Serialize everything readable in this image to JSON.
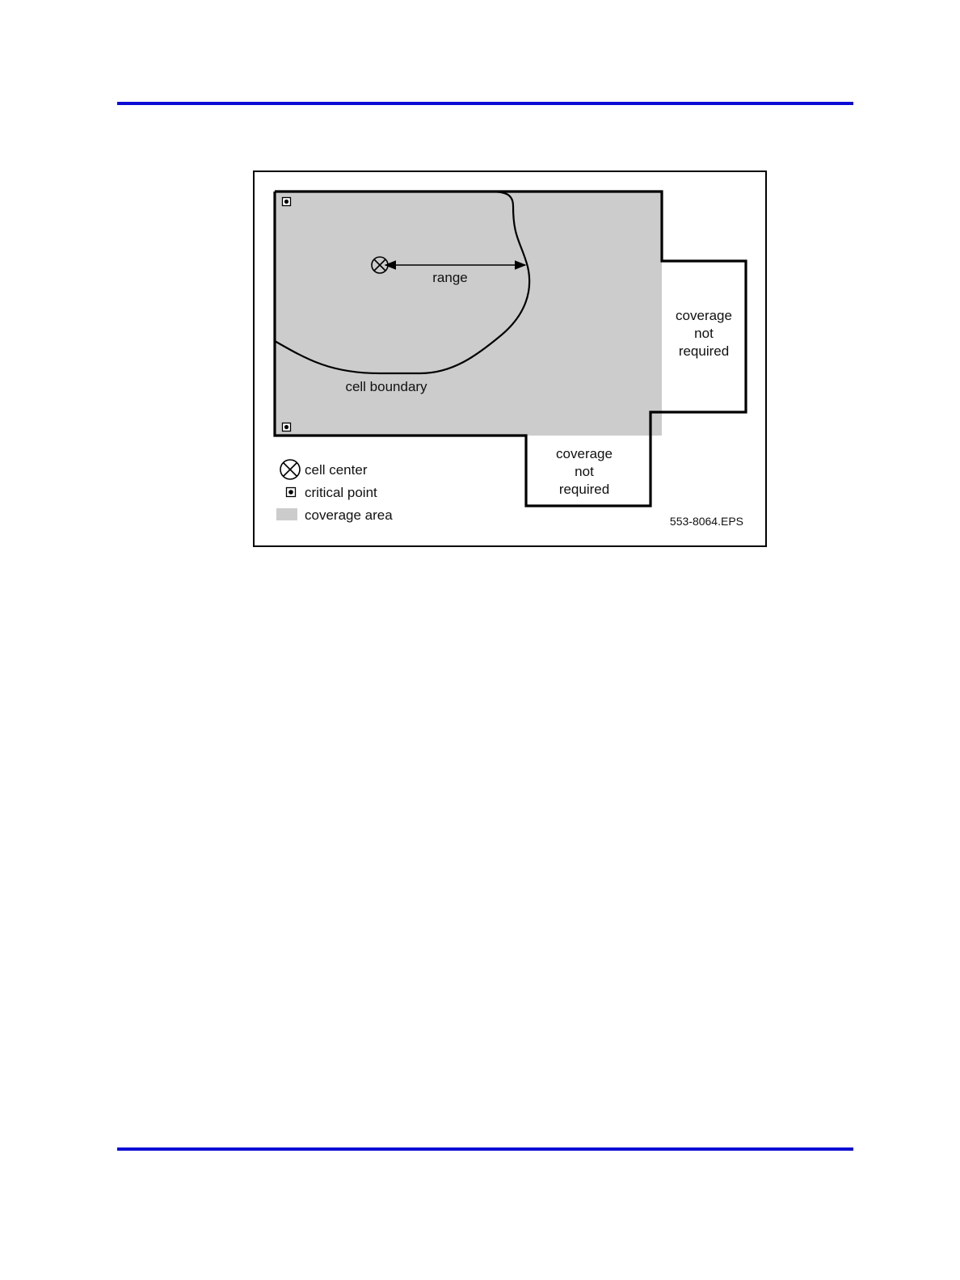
{
  "colors": {
    "rule": "#0b0bd4",
    "coverage_fill": "#cccccc",
    "outline": "#000000"
  },
  "diagram": {
    "range_label": "range",
    "cell_boundary_label": "cell boundary",
    "not_required_right": [
      "coverage",
      "not",
      "required"
    ],
    "not_required_bottom": [
      "coverage",
      "not",
      "required"
    ],
    "figure_id": "553-8064.EPS",
    "legend": {
      "cell_center": "cell center",
      "critical_point": "critical point",
      "coverage_area": "coverage area"
    },
    "icons": {
      "cell_center": "cell-center-icon",
      "critical_point": "critical-point-icon",
      "coverage_area": "coverage-area-swatch"
    }
  }
}
